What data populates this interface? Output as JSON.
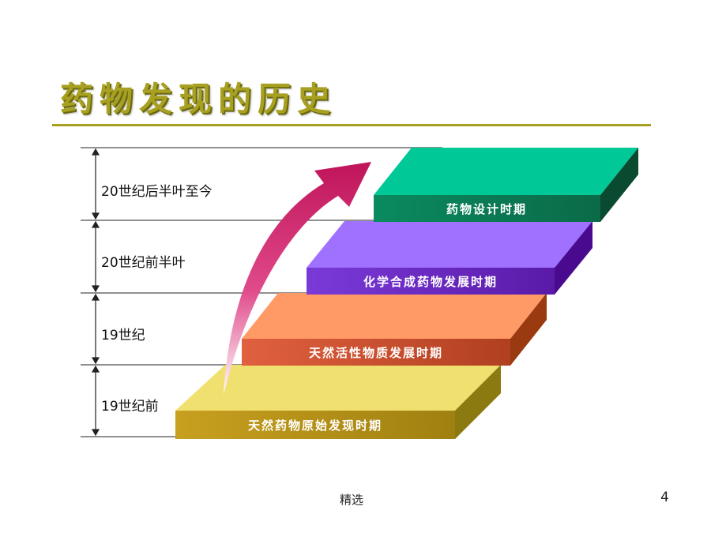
{
  "title": "药物发现的历史",
  "periods": [
    {
      "label": "20世纪后半叶至今"
    },
    {
      "label": "20世纪前半叶"
    },
    {
      "label": "19世纪"
    },
    {
      "label": "19世纪前"
    }
  ],
  "steps": [
    {
      "label": "药物设计时期",
      "color": "#00c896"
    },
    {
      "label": "化学合成药物发展时期",
      "color": "#a070ff"
    },
    {
      "label": "天然活性物质发展时期",
      "color": "#ff9a66"
    },
    {
      "label": "天然药物原始发现时期",
      "color": "#f0e070"
    }
  ],
  "arrow_color": "#c0145a",
  "footer": "精选",
  "page_number": "4"
}
